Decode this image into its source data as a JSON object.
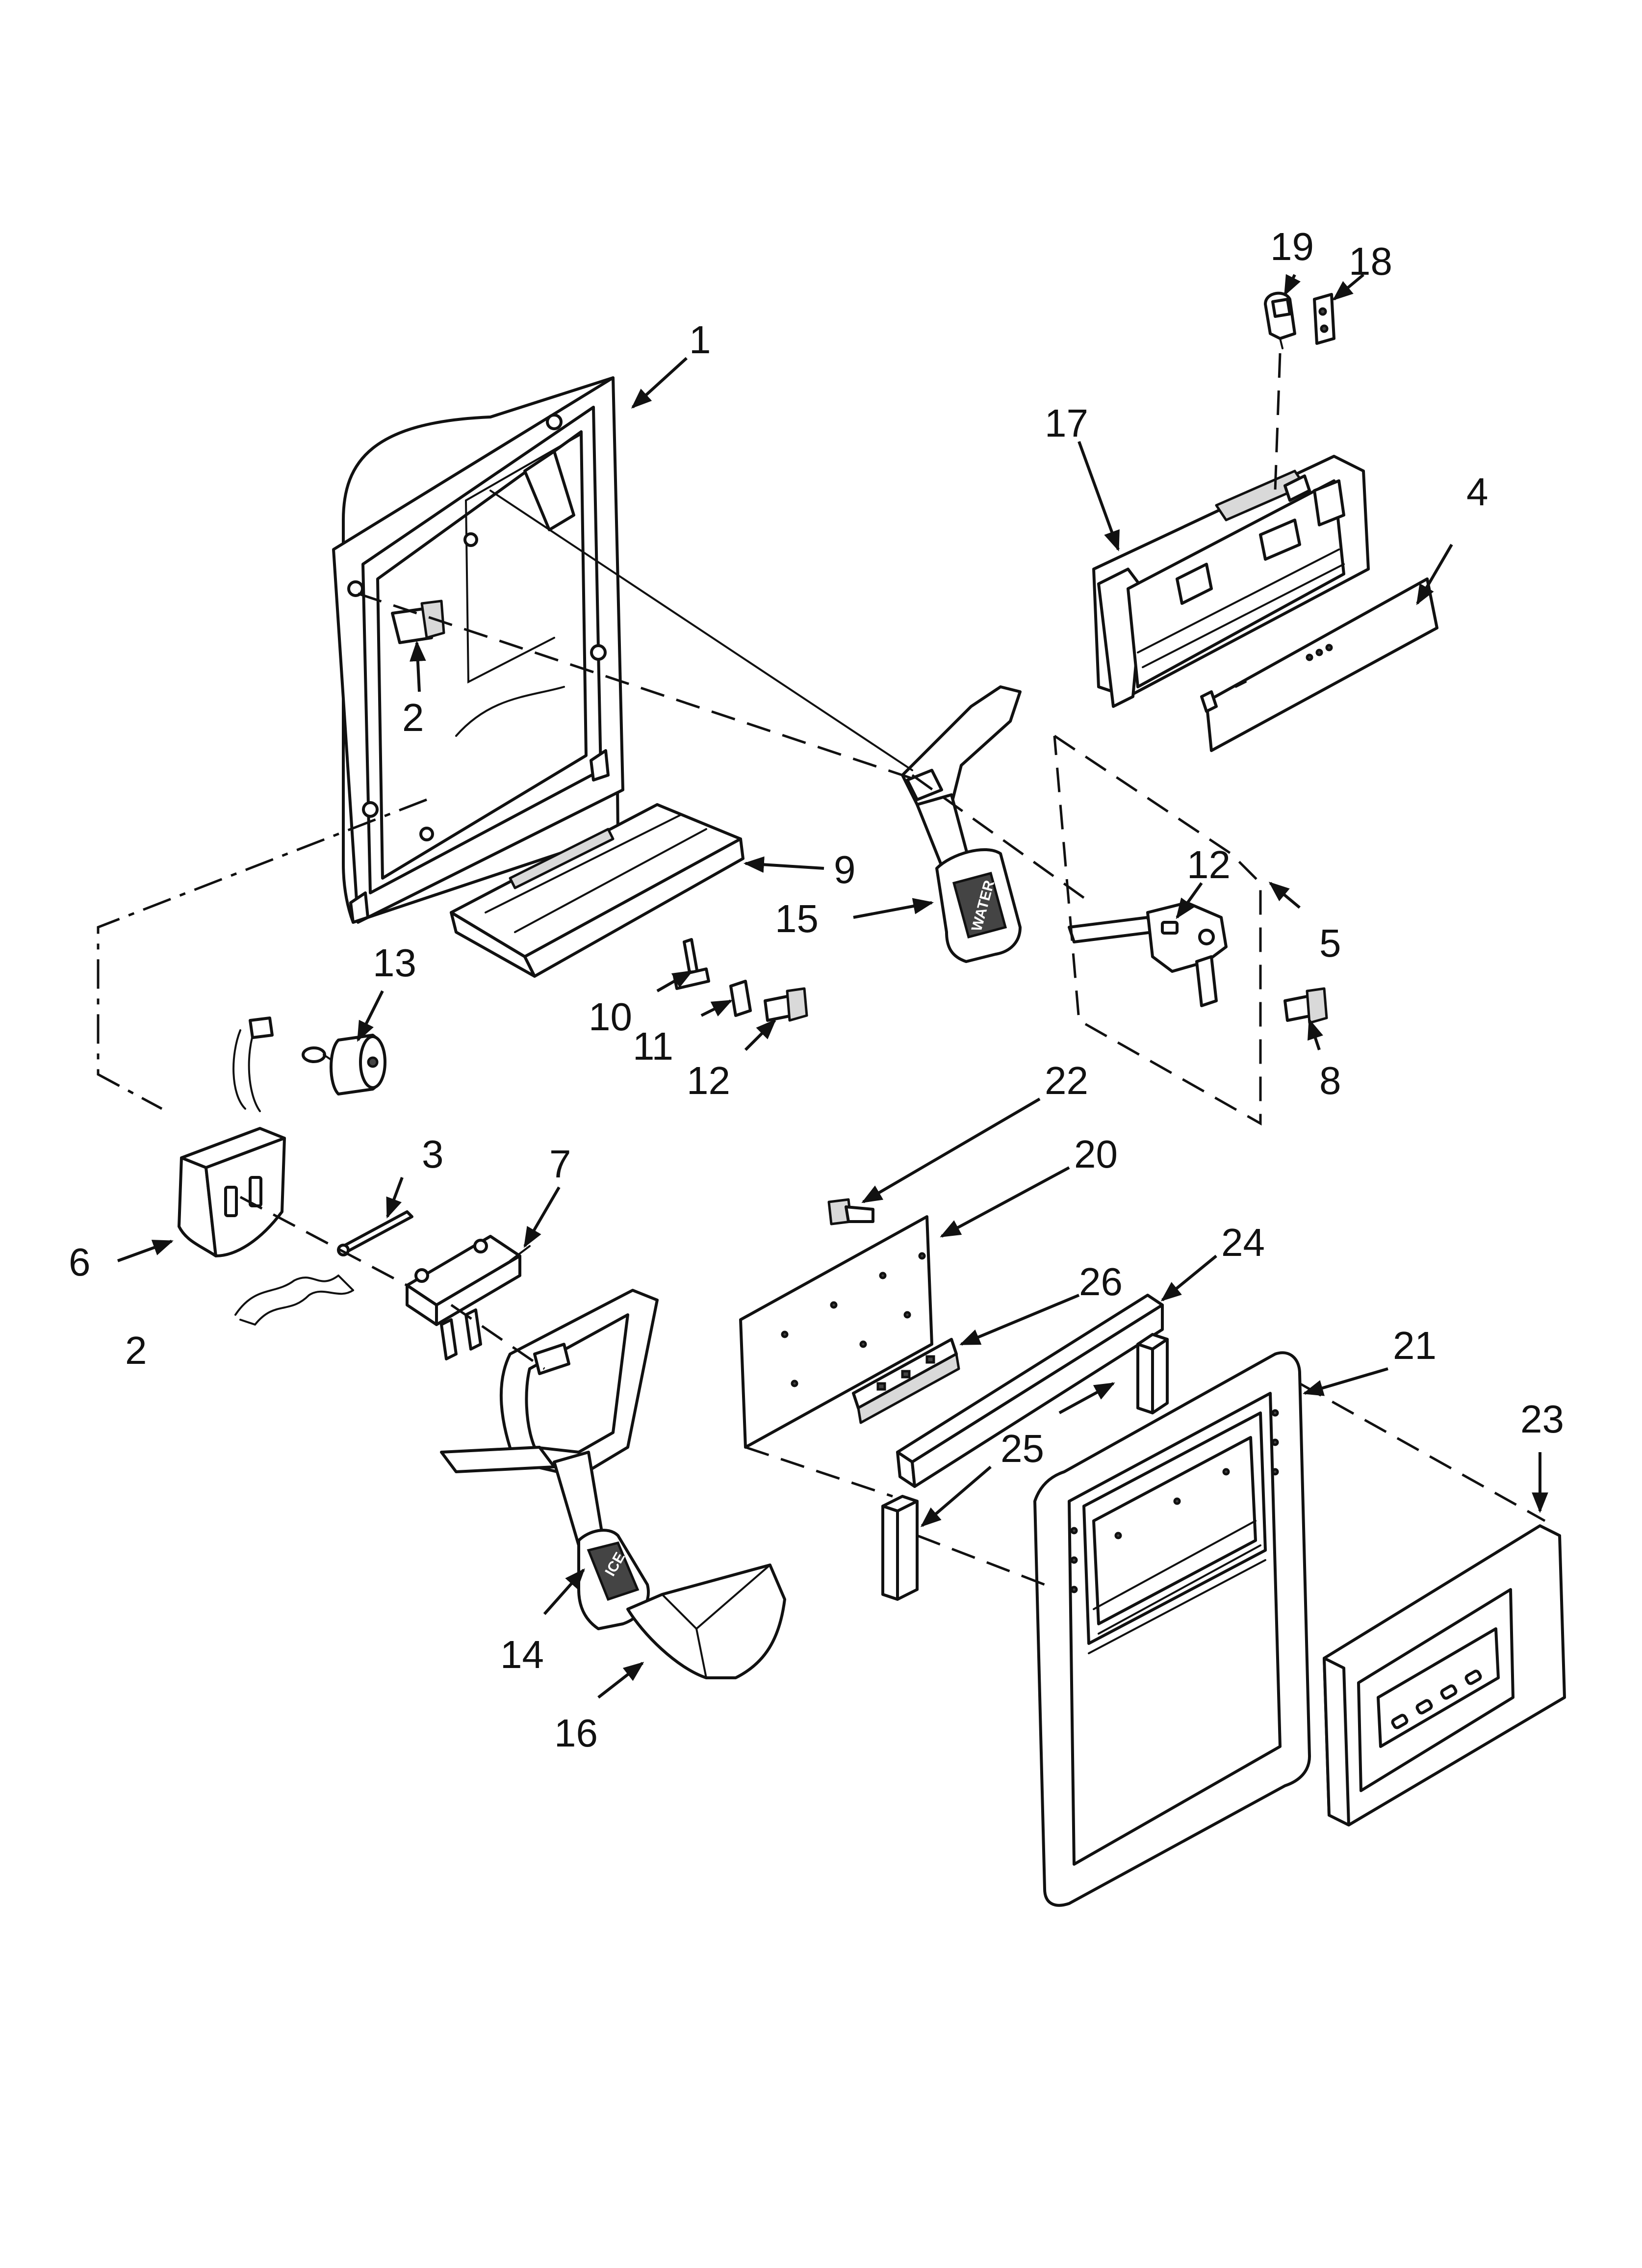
{
  "diagram": {
    "type": "exploded-parts-diagram",
    "callouts": [
      {
        "id": "c1",
        "label": "1"
      },
      {
        "id": "c2a",
        "label": "2"
      },
      {
        "id": "c2b",
        "label": "2"
      },
      {
        "id": "c3",
        "label": "3"
      },
      {
        "id": "c4",
        "label": "4"
      },
      {
        "id": "c5",
        "label": "5"
      },
      {
        "id": "c6",
        "label": "6"
      },
      {
        "id": "c7",
        "label": "7"
      },
      {
        "id": "c8",
        "label": "8"
      },
      {
        "id": "c9",
        "label": "9"
      },
      {
        "id": "c10",
        "label": "10"
      },
      {
        "id": "c11",
        "label": "11"
      },
      {
        "id": "c12a",
        "label": "12"
      },
      {
        "id": "c12b",
        "label": "12"
      },
      {
        "id": "c13",
        "label": "13"
      },
      {
        "id": "c14",
        "label": "14"
      },
      {
        "id": "c15",
        "label": "15"
      },
      {
        "id": "c16",
        "label": "16"
      },
      {
        "id": "c17",
        "label": "17"
      },
      {
        "id": "c18",
        "label": "18"
      },
      {
        "id": "c19",
        "label": "19"
      },
      {
        "id": "c20",
        "label": "20"
      },
      {
        "id": "c21",
        "label": "21"
      },
      {
        "id": "c22",
        "label": "22"
      },
      {
        "id": "c23",
        "label": "23"
      },
      {
        "id": "c24",
        "label": "24"
      },
      {
        "id": "c25",
        "label": "25"
      },
      {
        "id": "c26",
        "label": "26"
      }
    ],
    "stamps": {
      "ice_pad": "ICE",
      "water_pad": "WATER"
    }
  }
}
